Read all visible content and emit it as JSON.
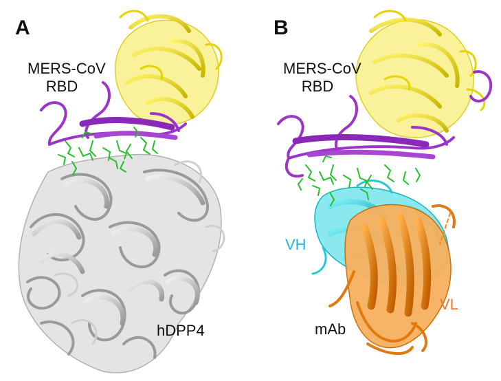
{
  "panel_a": {
    "letter": "A",
    "rbd_line1": "MERS-CoV",
    "rbd_line2": "RBD",
    "receptor_label": "hDPP4"
  },
  "panel_b": {
    "letter": "B",
    "rbd_line1": "MERS-CoV",
    "rbd_line2": "RBD",
    "vh_label": "VH",
    "vl_label": "VL",
    "antibody_label": "mAb"
  },
  "colors": {
    "rbd_core": "#f2e41b",
    "rbm_loops": "#9b35c7",
    "interface_residues": "#22c12a",
    "receptor": "#d9d9d9",
    "heavy_chain": "#1fd0dc",
    "light_chain": "#f08a12",
    "vh_text": "#1ab8e6",
    "vl_text": "#f07a2a"
  }
}
